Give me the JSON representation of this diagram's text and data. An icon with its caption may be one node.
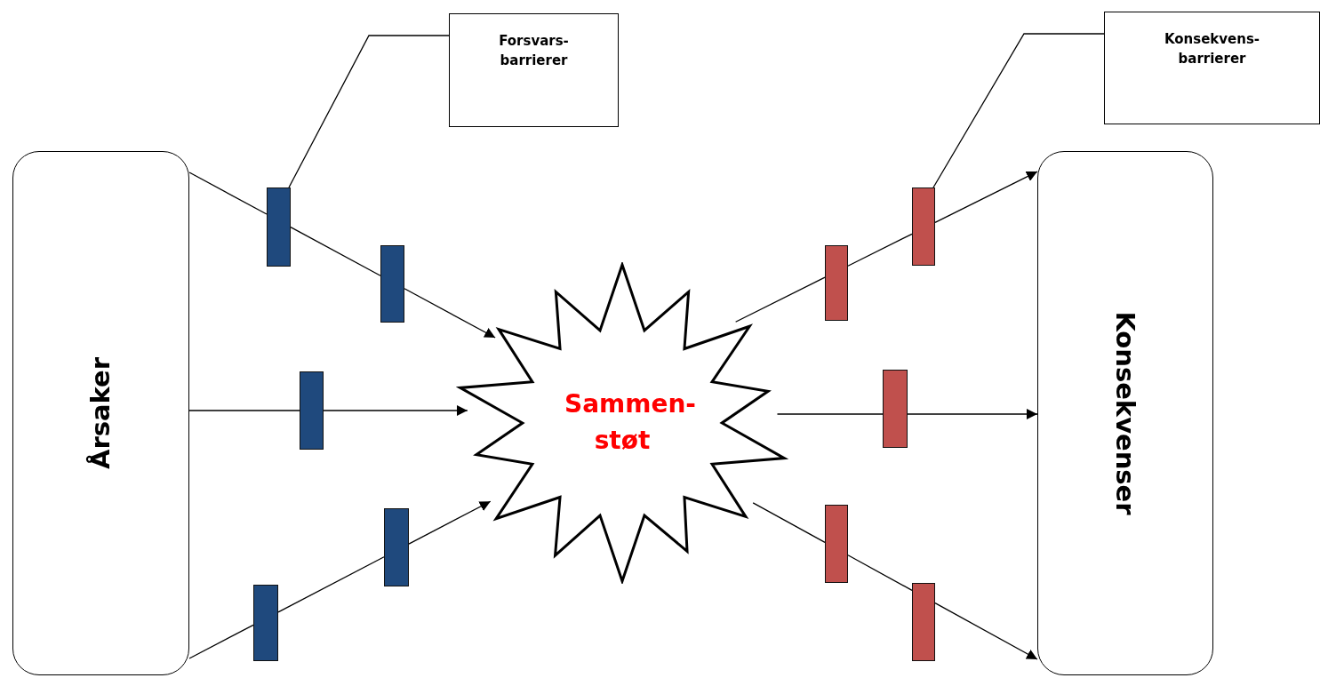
{
  "diagram": {
    "nodes": [
      {
        "text": [
          "Forsvars- barrierer"
        ]
      },
      {
        "text": [
          "Konsekvens- barrierer"
        ]
      },
      {
        "text": [
          "Årsaker"
        ]
      },
      {
        "text": [
          "Sammen- støt"
        ]
      },
      {
        "text": [
          "Konsekvenser"
        ]
      },
      {
        "text": [],
        "shape": "bar"
      },
      {
        "text": [],
        "shape": "bar"
      },
      {
        "text": [],
        "shape": "bar"
      },
      {
        "text": [],
        "shape": "bar"
      },
      {
        "text": [],
        "shape": "bar"
      },
      {
        "text": [],
        "shape": "bar"
      },
      {
        "text": [],
        "shape": "bar"
      },
      {
        "text": [],
        "shape": "bar"
      },
      {
        "text": [],
        "shape": "bar"
      },
      {
        "text": [],
        "shape": "bar"
      }
    ],
    "edges": [
      {
        "from": 0,
        "to": 5,
        "arrow": "none"
      },
      {
        "from": 1,
        "to": 10,
        "arrow": "none"
      },
      {
        "from": 2,
        "to": 5,
        "arrow": "none"
      },
      {
        "from": 5,
        "to": 6,
        "arrow": "none"
      },
      {
        "from": 6,
        "to": 3,
        "arrow": "to"
      },
      {
        "from": 2,
        "to": 7,
        "arrow": "none"
      },
      {
        "from": 7,
        "to": 3,
        "arrow": "to"
      },
      {
        "from": 2,
        "to": 9,
        "arrow": "none"
      },
      {
        "from": 9,
        "to": 8,
        "arrow": "none"
      },
      {
        "from": 8,
        "to": 3,
        "arrow": "to"
      },
      {
        "from": 3,
        "to": 11,
        "arrow": "none"
      },
      {
        "from": 11,
        "to": 10,
        "arrow": "none"
      },
      {
        "from": 10,
        "to": 4,
        "arrow": "to"
      },
      {
        "from": 3,
        "to": 12,
        "arrow": "none"
      },
      {
        "from": 12,
        "to": 4,
        "arrow": "to"
      },
      {
        "from": 3,
        "to": 13,
        "arrow": "none"
      },
      {
        "from": 13,
        "to": 14,
        "arrow": "none"
      },
      {
        "from": 14,
        "to": 4,
        "arrow": "to"
      }
    ]
  }
}
